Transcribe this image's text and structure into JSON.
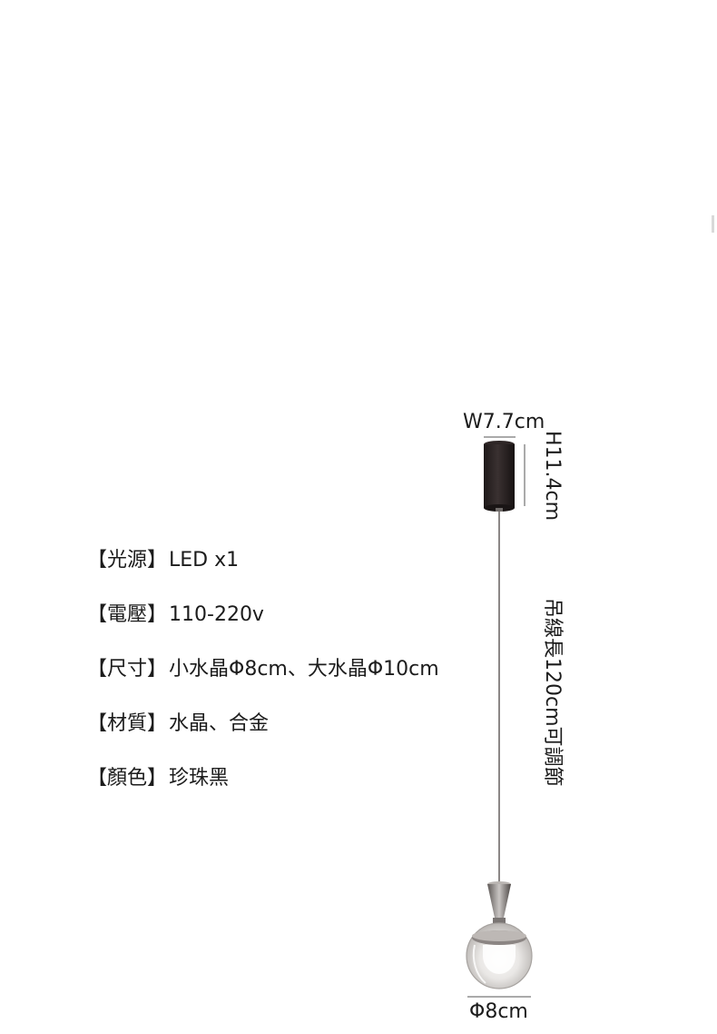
{
  "specs": [
    {
      "label": "【光源】",
      "value": "LED x1"
    },
    {
      "label": "【電壓】",
      "value": "110-220v"
    },
    {
      "label": "【尺寸】",
      "value": "小水晶Φ8cm、大水晶Φ10cm"
    },
    {
      "label": "【材質】",
      "value": "水晶、合金"
    },
    {
      "label": "【顏色】",
      "value": "珍珠黑"
    }
  ],
  "dimensions": {
    "canopy_width": "W7.7cm",
    "canopy_height": "H11.4cm",
    "cord_note": "吊線長120cm可調節",
    "globe_diameter": "Φ8cm"
  },
  "colors": {
    "canopy": "#2a2323",
    "metal": "#8c8785",
    "glass": "#d8d6d4"
  }
}
